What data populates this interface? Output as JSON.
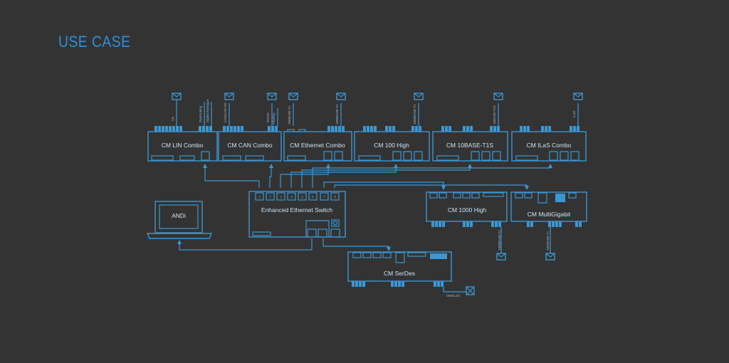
{
  "title": "USE CASE",
  "modules": {
    "lin": "CM LIN Combo",
    "can": "CM CAN Combo",
    "eth": "CM Ethernet Combo",
    "h100": "CM 100 High",
    "t1s": "CM 10BASE-T1S",
    "ilas": "CM ILaS Combo",
    "h1000": "CM 1000 High",
    "mg": "CM MultiGigabit",
    "sd": "CM SerDes",
    "sw": "Enhanced Ethernet Switch",
    "andi": "ANDi"
  },
  "ports": [
    "1",
    "2",
    "3",
    "4",
    "5",
    "6",
    "7",
    "8"
  ],
  "signals": {
    "lin": "Lin",
    "lin_analog": "Dyn/Analog",
    "lin_io": "Digital Analogue",
    "can": "CAN/CAN-FD",
    "rs232": "RS232",
    "flexray": "FlexRay",
    "eth100": "100BASE-T1",
    "eth1000": "1000BASE-T1",
    "h100_sig": "1000BASE-T1",
    "t1s_sig": "10BASE-T1S",
    "ilas_sig": "ILaS",
    "h1000_sig": "1000BASE-T1",
    "mg_sig": "10GBASE-T1",
    "sd_sig": "GMSL2/3"
  }
}
